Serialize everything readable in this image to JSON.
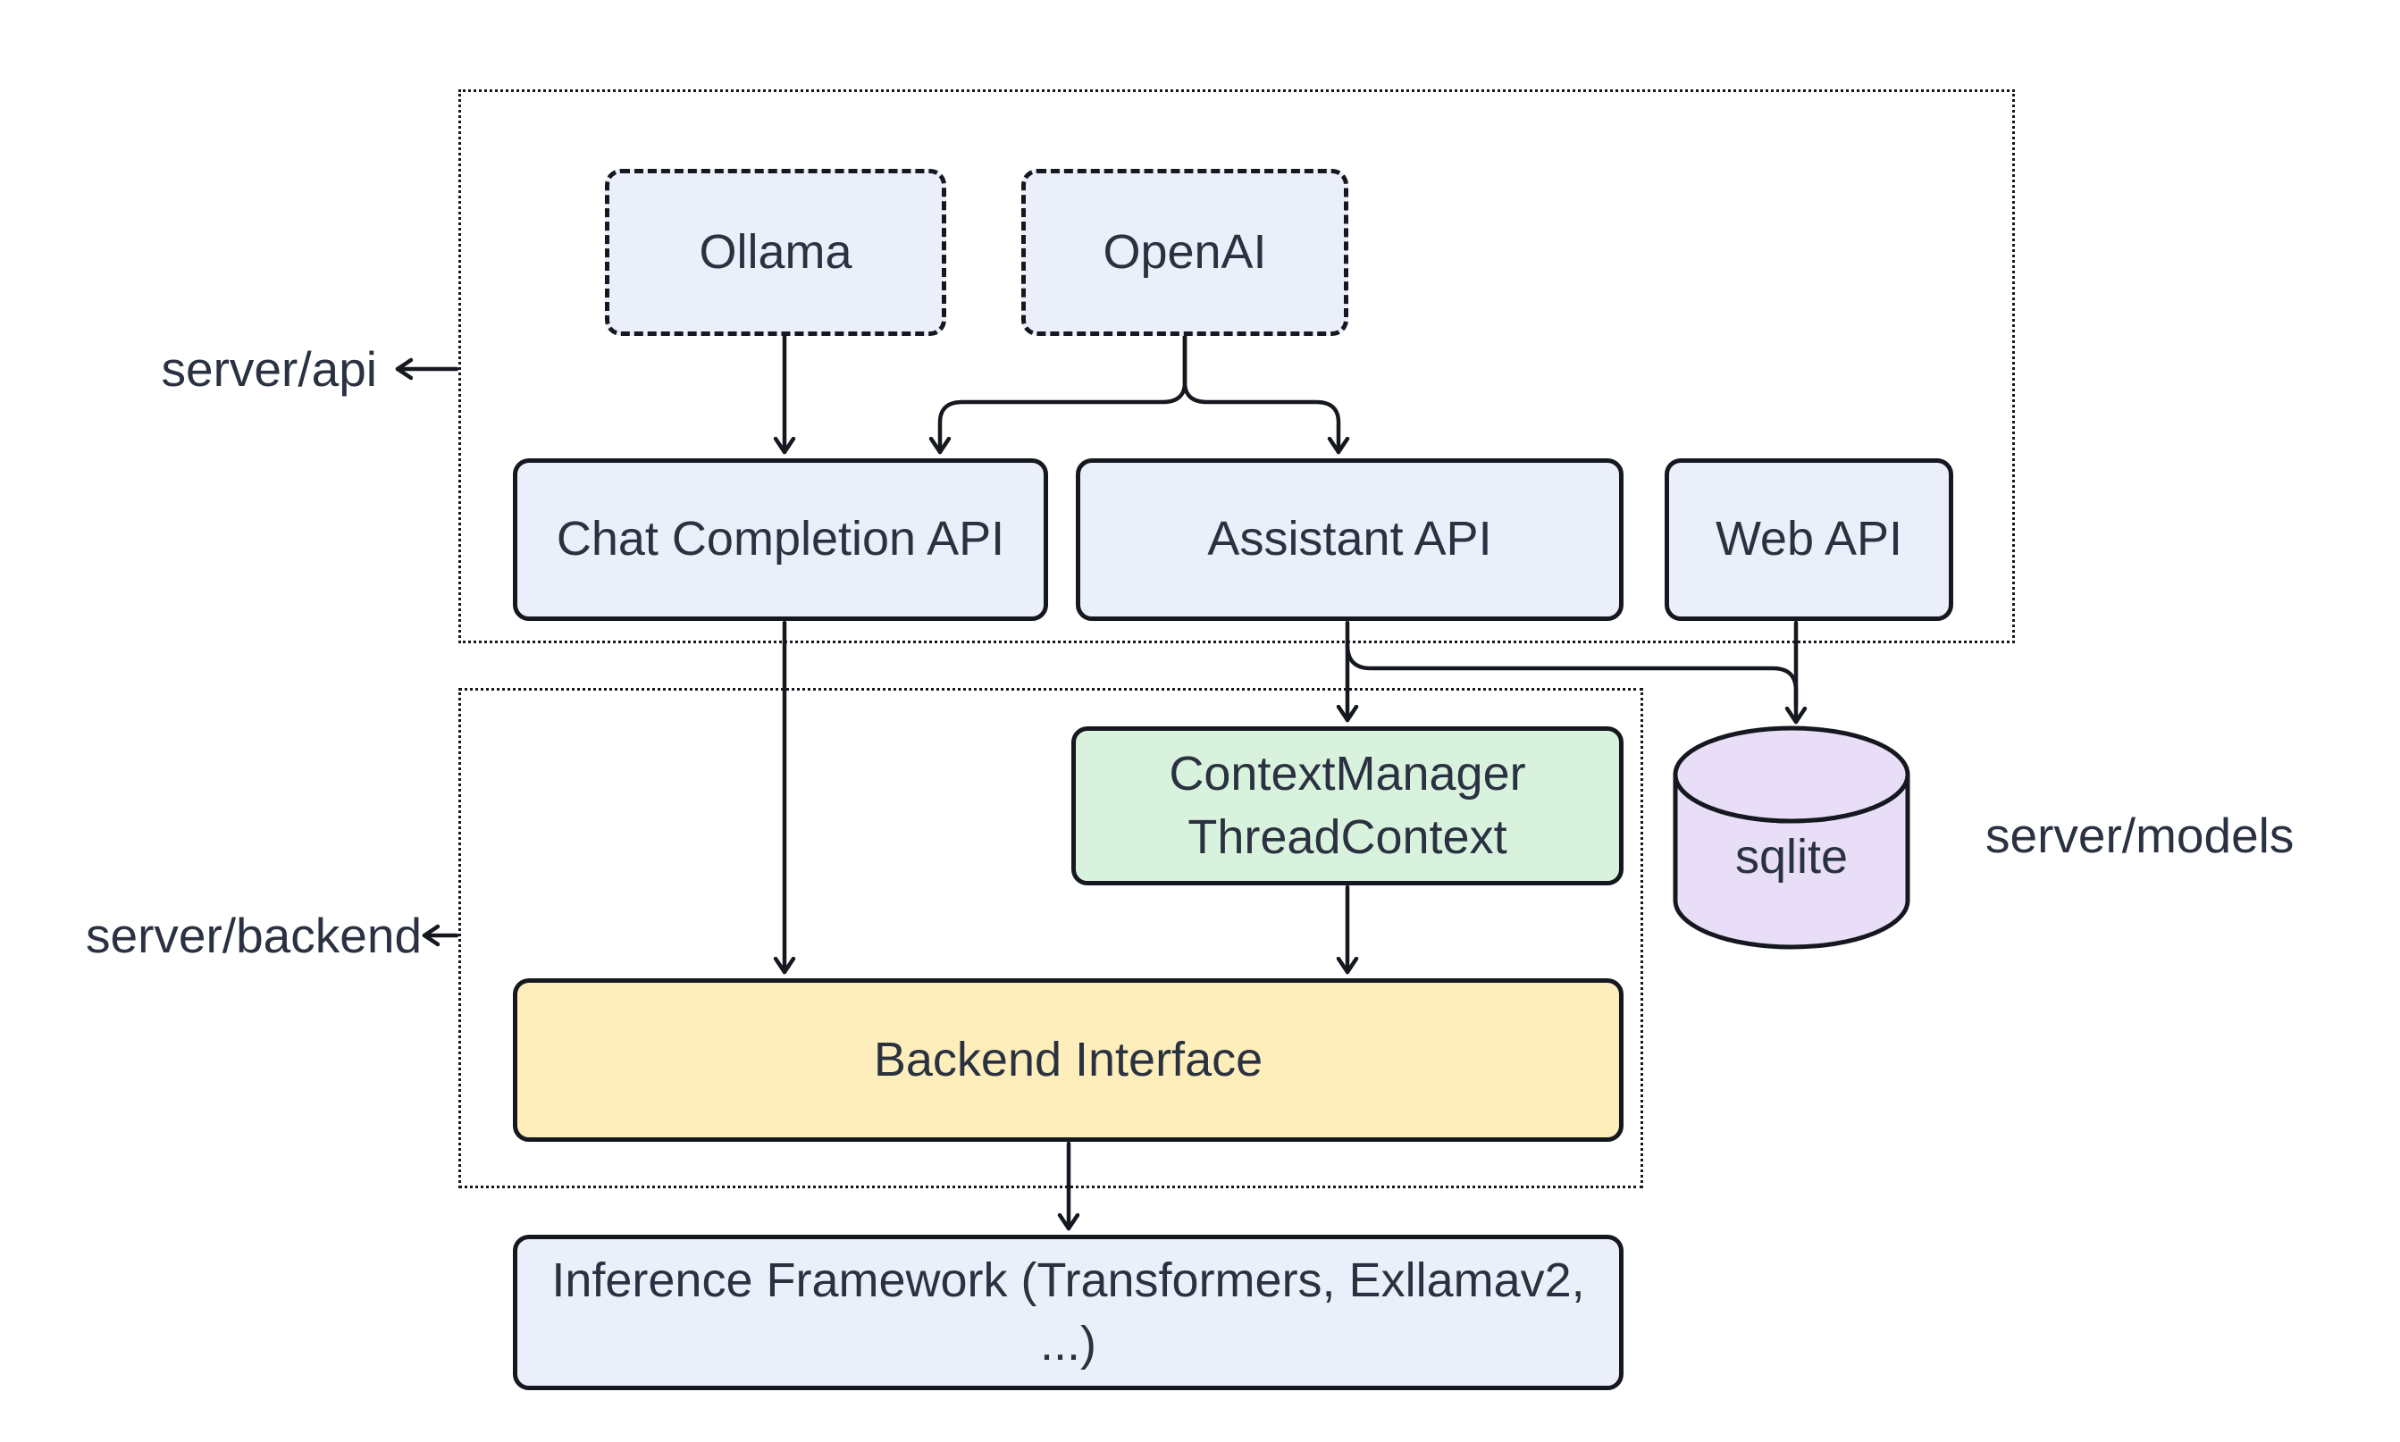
{
  "diagram": {
    "groups": {
      "api": {
        "label": "server/api"
      },
      "backend": {
        "label": "server/backend"
      },
      "models": {
        "label": "server/models"
      }
    },
    "nodes": {
      "ollama": {
        "label": "Ollama",
        "style": "dashed-blue"
      },
      "openai": {
        "label": "OpenAI",
        "style": "dashed-blue"
      },
      "chat_completion": {
        "label": "Chat Completion API",
        "style": "blue"
      },
      "assistant": {
        "label": "Assistant API",
        "style": "blue"
      },
      "web_api": {
        "label": "Web API",
        "style": "blue"
      },
      "context_manager": {
        "line1": "ContextManager",
        "line2": "ThreadContext",
        "style": "green"
      },
      "sqlite": {
        "label": "sqlite",
        "style": "purple-cylinder"
      },
      "backend_interface": {
        "label": "Backend Interface",
        "style": "yellow"
      },
      "inference_framework": {
        "label": "Inference Framework (Transformers, Exllamav2, ...)",
        "style": "blue"
      }
    },
    "edges": [
      {
        "from": "Ollama",
        "to": "Chat Completion API"
      },
      {
        "from": "OpenAI",
        "to": "Chat Completion API"
      },
      {
        "from": "OpenAI",
        "to": "Assistant API"
      },
      {
        "from": "Chat Completion API",
        "to": "Backend Interface"
      },
      {
        "from": "Assistant API",
        "to": "ContextManager ThreadContext"
      },
      {
        "from": "Assistant API",
        "to": "sqlite"
      },
      {
        "from": "Web API",
        "to": "sqlite"
      },
      {
        "from": "ContextManager ThreadContext",
        "to": "Backend Interface"
      },
      {
        "from": "Backend Interface",
        "to": "Inference Framework (Transformers, Exllamav2, ...)"
      }
    ],
    "colors": {
      "stroke": "#15181e",
      "text": "#2a3140",
      "node_blue": "#eaeffa",
      "node_green": "#d9f2dd",
      "node_yellow": "#fdeebc",
      "node_purple": "#e8def7",
      "background": "#ffffff"
    }
  }
}
